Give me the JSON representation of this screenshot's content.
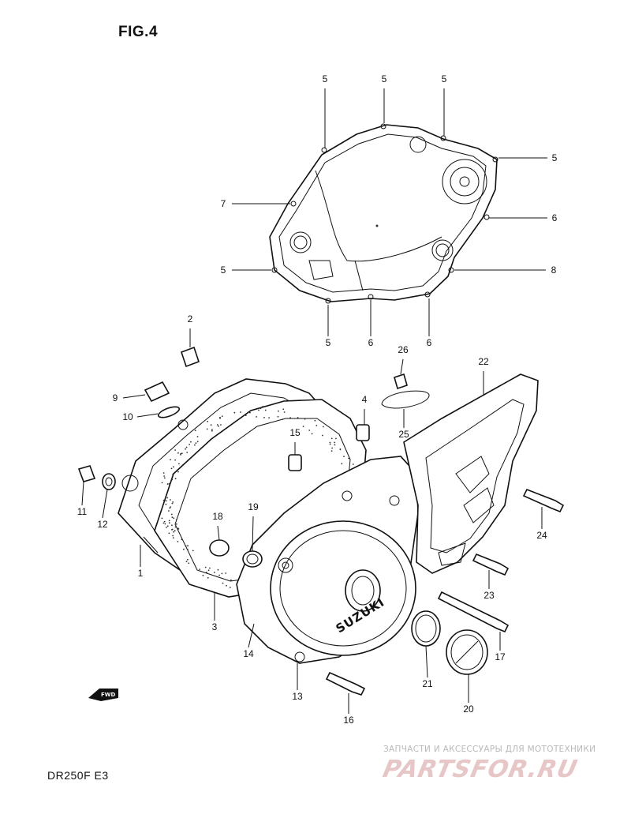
{
  "figure": {
    "title": "FIG.4",
    "model": "DR250F  E3"
  },
  "brand_mark": "SUZUKI",
  "fwd_label": "FWD",
  "watermark": {
    "tagline": "ЗАПЧАСТИ И АКСЕССУАРЫ ДЛЯ МОТОТЕХНИКИ",
    "logo": "PARTSFOR.RU"
  },
  "callouts": [
    {
      "id": "c5a",
      "label": "5"
    },
    {
      "id": "c5b",
      "label": "5"
    },
    {
      "id": "c5c",
      "label": "5"
    },
    {
      "id": "c5d",
      "label": "5"
    },
    {
      "id": "c7",
      "label": "7"
    },
    {
      "id": "c6a",
      "label": "6"
    },
    {
      "id": "c5e",
      "label": "5"
    },
    {
      "id": "c8",
      "label": "8"
    },
    {
      "id": "c5f",
      "label": "5"
    },
    {
      "id": "c6b",
      "label": "6"
    },
    {
      "id": "c6c",
      "label": "6"
    },
    {
      "id": "c2",
      "label": "2"
    },
    {
      "id": "c26",
      "label": "26"
    },
    {
      "id": "c22",
      "label": "22"
    },
    {
      "id": "c9",
      "label": "9"
    },
    {
      "id": "c10",
      "label": "10"
    },
    {
      "id": "c4",
      "label": "4"
    },
    {
      "id": "c15",
      "label": "15"
    },
    {
      "id": "c25",
      "label": "25"
    },
    {
      "id": "c11",
      "label": "11"
    },
    {
      "id": "c12",
      "label": "12"
    },
    {
      "id": "c18",
      "label": "18"
    },
    {
      "id": "c19",
      "label": "19"
    },
    {
      "id": "c24",
      "label": "24"
    },
    {
      "id": "c1",
      "label": "1"
    },
    {
      "id": "c23",
      "label": "23"
    },
    {
      "id": "c3",
      "label": "3"
    },
    {
      "id": "c14",
      "label": "14"
    },
    {
      "id": "c17",
      "label": "17"
    },
    {
      "id": "c21",
      "label": "21"
    },
    {
      "id": "c13",
      "label": "13"
    },
    {
      "id": "c20",
      "label": "20"
    },
    {
      "id": "c16",
      "label": "16"
    }
  ]
}
